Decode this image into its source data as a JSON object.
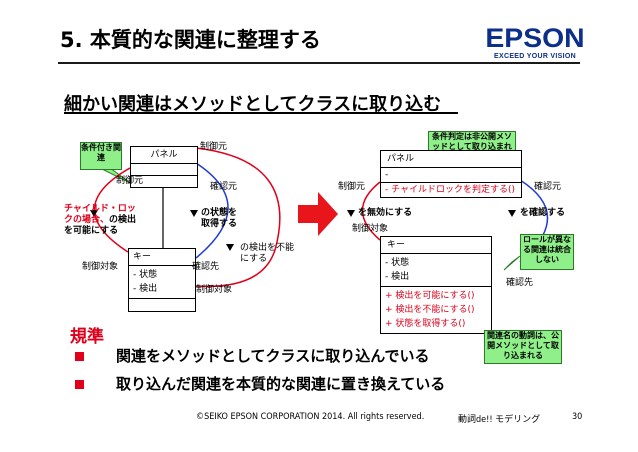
{
  "header": {
    "title": "5. 本質的な関連に整理する",
    "logo_main": "EPSON",
    "logo_tagline": "EXCEED YOUR VISION"
  },
  "subtitle": "細かい関連はメソッドとしてクラスに取り込む",
  "left_diagram": {
    "callout": "条件付き関連",
    "panel_class": "パネル",
    "key_class": "キー",
    "key_attr1": "- 状態",
    "key_attr2": "- 検出",
    "role_control_src_top": "制御元",
    "role_confirm_src": "確認元",
    "role_control_src_left": "制御元",
    "cond_text_red": "チャイルド・ロックの場合、",
    "cond_text_black": "の検出を可能にする",
    "state_text": "の状態を取得する",
    "disable_text": "の検出を不能にする",
    "role_control_target_left": "制御対象",
    "role_confirm_dst": "確認先",
    "role_control_target_bottom": "制御対象"
  },
  "right_diagram": {
    "callout_top": "条件判定は非公開メソッドとして取り込まれる",
    "panel_class": "パネル",
    "panel_attr": "-",
    "panel_method": "- チャイルドロックを判定する()",
    "role_control_src": "制御元",
    "role_confirm_src": "確認元",
    "disable_label": "を無効にする",
    "confirm_label": "を確認する",
    "role_control_target": "制御対象",
    "key_class": "キー",
    "key_attr1": "- 状態",
    "key_attr2": "- 検出",
    "key_method1": "+ 検出を可能にする()",
    "key_method2": "+ 検出を不能にする()",
    "key_method3": "+ 状態を取得する()",
    "callout_roles": "ロールが異なる関連は統合しない",
    "role_confirm_dst": "確認先",
    "callout_methods": "関連名の動詞は、公開メソッドとして取り込まれる"
  },
  "rules": {
    "heading": "規準",
    "items": [
      "関連をメソッドとしてクラスに取り込んでいる",
      "取り込んだ関連を本質的な関連に置き換えている"
    ]
  },
  "footer": {
    "copyright": "©SEIKO EPSON CORPORATION 2014. All rights reserved.",
    "series": "動詞de!! モデリング",
    "page_number": "30"
  },
  "colors": {
    "accent_red": "#e0001b",
    "logo_blue": "#0b2f8a",
    "callout_green": "#8ff08a",
    "arrow_red": "#e8151b"
  }
}
